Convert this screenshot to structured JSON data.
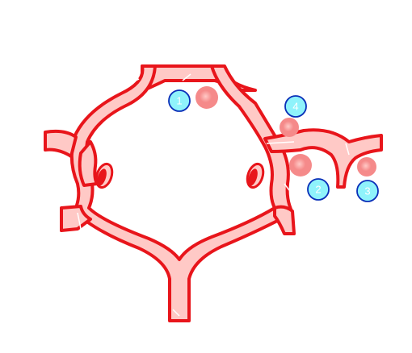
{
  "colors": {
    "vessel_fill": "#ffc9c6",
    "vessel_wall": "#e8151b",
    "lumen_fill": "#e8151b",
    "lesion_core": "#f58a8a",
    "lesion_edge": "#ffc9c6",
    "marker_fill": "#8ff3fb",
    "marker_stroke": "#0a2fb8",
    "marker_text": "#ffffff",
    "seam": "#ffffff",
    "background": "#ffffff"
  },
  "markers": [
    {
      "id": "1",
      "label": "1"
    },
    {
      "id": "2",
      "label": "2"
    },
    {
      "id": "3",
      "label": "3"
    },
    {
      "id": "4",
      "label": "4"
    }
  ],
  "lesions": [
    {
      "id": "top"
    },
    {
      "id": "junction"
    },
    {
      "id": "branch-root"
    },
    {
      "id": "far-branch"
    }
  ]
}
